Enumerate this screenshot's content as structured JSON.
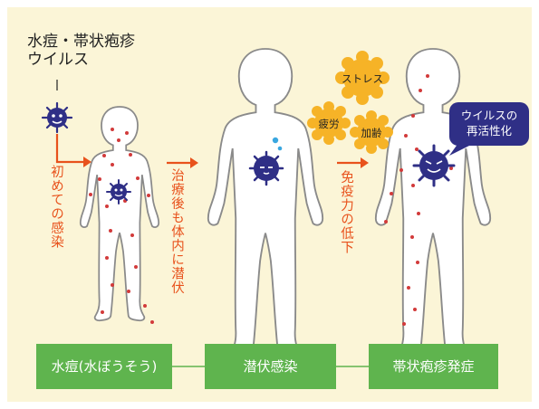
{
  "title": {
    "line1": "水痘・帯状疱疹",
    "line2": "ウイルス"
  },
  "annotations": {
    "first_infection": "初めての感染",
    "latent_after_treatment": "治療後も体内に潜伏",
    "immunity_decline": "免疫力の低下"
  },
  "stressors": {
    "stress": "ストレス",
    "fatigue": "疲労",
    "aging": "加齢"
  },
  "callout": {
    "line1": "ウイルスの",
    "line2": "再活性化"
  },
  "stages": {
    "varicella": "水痘(水ぼうそう)",
    "latent": "潜伏感染",
    "zoster": "帯状疱疹発症"
  },
  "colors": {
    "background": "#fbf5d7",
    "arrow": "#e8521c",
    "stage_box": "#5fb44e",
    "virus": "#2f2f86",
    "rash_dot": "#d23a3a",
    "burst": "#f6b327",
    "callout": "#2f2f86"
  }
}
